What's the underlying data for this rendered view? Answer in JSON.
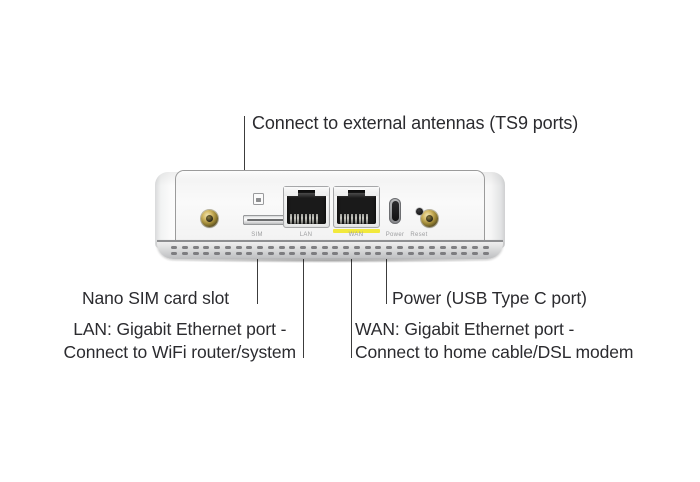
{
  "image": {
    "subject": "Mobile router rear panel port diagram",
    "background_color": "#ffffff"
  },
  "callouts": {
    "antennas": {
      "text": "Connect to external antennas (TS9 ports)",
      "target": "antenna-connectors"
    },
    "sim": {
      "text": "Nano SIM card slot",
      "target": "sim-slot"
    },
    "power": {
      "text": "Power (USB Type C port)",
      "target": "usb-c-port"
    },
    "lan": {
      "line1": "LAN: Gigabit Ethernet port -",
      "line2": "Connect to WiFi router/system",
      "text": "LAN: Gigabit Ethernet port -\nConnect to WiFi router/system",
      "target": "lan-port"
    },
    "wan": {
      "line1": "WAN: Gigabit Ethernet port -",
      "line2": "Connect to home cable/DSL modem",
      "text": "WAN: Gigabit Ethernet port -\nConnect to home cable/DSL modem",
      "target": "wan-port"
    }
  },
  "device": {
    "port_labels": {
      "sim": "SIM",
      "lan": "LAN",
      "wan": "WAN",
      "power": "Power",
      "reset": "Reset"
    },
    "ports": [
      {
        "name": "antenna-left",
        "type": "TS9 antenna connector",
        "label": ""
      },
      {
        "name": "sim-slot",
        "type": "Nano SIM slot",
        "label": "SIM"
      },
      {
        "name": "lan-port",
        "type": "Gigabit Ethernet RJ45",
        "label": "LAN"
      },
      {
        "name": "wan-port",
        "type": "Gigabit Ethernet RJ45",
        "label": "WAN"
      },
      {
        "name": "usb-c-port",
        "type": "USB Type C power",
        "label": "Power"
      },
      {
        "name": "reset-hole",
        "type": "Reset pinhole",
        "label": "Reset"
      },
      {
        "name": "antenna-right",
        "type": "TS9 antenna connector",
        "label": ""
      }
    ]
  },
  "colors": {
    "text": "#2b2b2f",
    "leader_line": "#3c3c3c",
    "wan_accent": "#f2e93c",
    "antenna_gold": "#b99f48",
    "body": "#ffffff",
    "silkscreen_label": "#9c9d9f"
  }
}
